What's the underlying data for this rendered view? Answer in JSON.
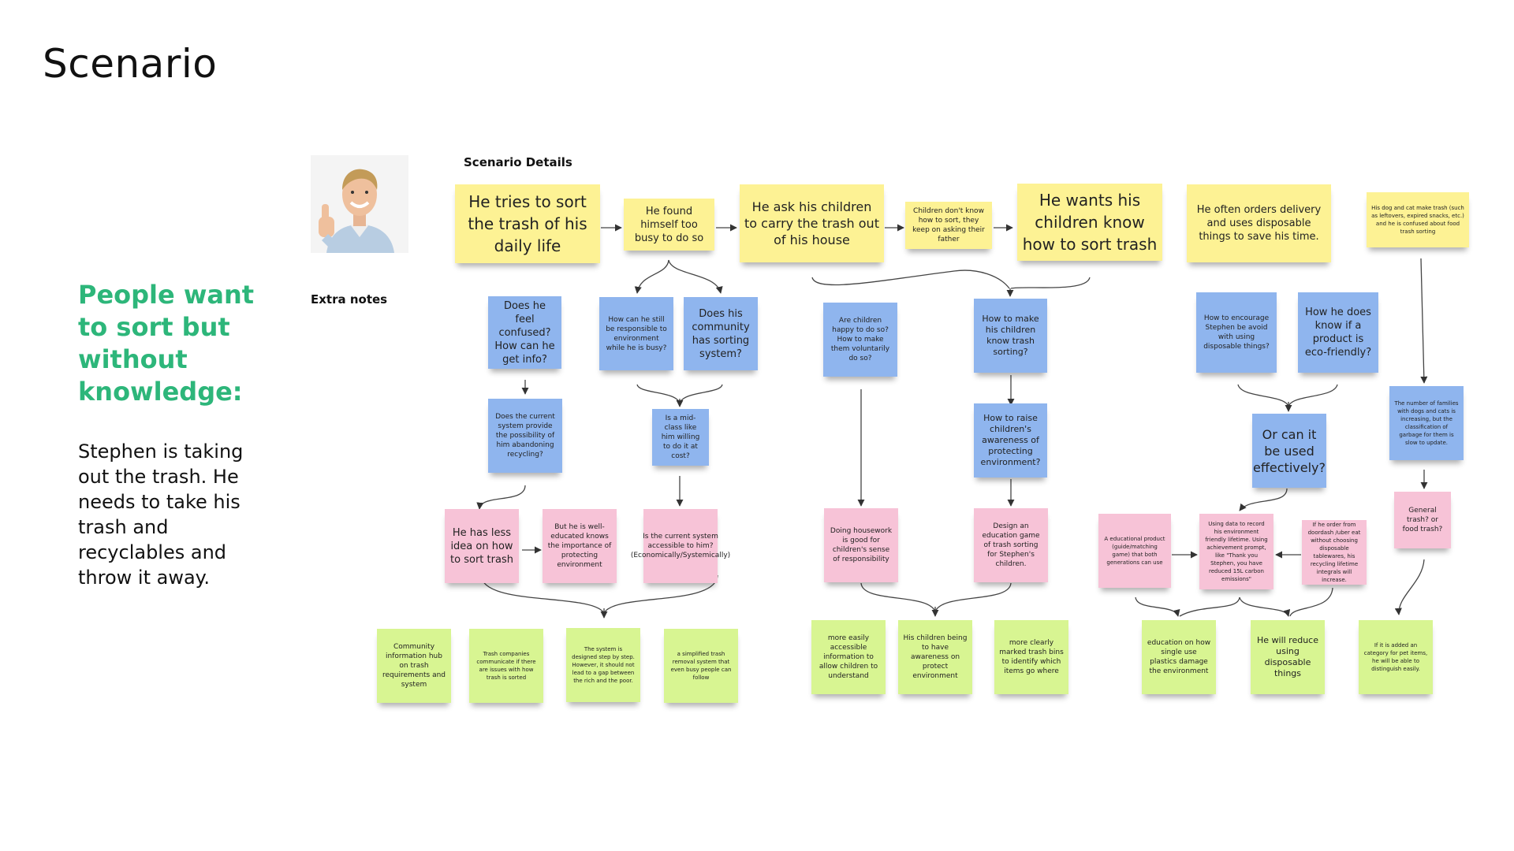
{
  "page": {
    "title": "Scenario",
    "headline": "People want to sort but without knowledge:",
    "description": "Stephen is taking out the trash. He needs to take his trash and recyclables and throw it away.",
    "details_label": "Scenario Details",
    "notes_label": "Extra notes"
  },
  "colors": {
    "headline": "#2db67a",
    "yellow_note": "#fdf294",
    "blue_note": "#8fb5ee",
    "pink_note": "#f7c3d7",
    "green_note": "#d8f592"
  },
  "notes": {
    "y1": "He  tries to sort the trash of his daily life",
    "y2": "He found himself too busy to do so",
    "y3": "He ask his children to carry the trash out of his house",
    "y4": "Children don't know how to sort, they keep on asking their father",
    "y5": "He wants his children know how to sort trash",
    "y6": "He often orders delivery and uses disposable things  to save his time.",
    "y7": "His dog and cat make trash (such as leftovers, expired snacks, etc.) and he is confused about food trash sorting",
    "b1": "Does he feel confused? How can he get info?",
    "b2": "How can he still be responsible to environment while he is busy?",
    "b3": "Does his community has sorting system?",
    "b4": "Are children happy to do so? How to make them voluntarily do so?",
    "b5": "How to make his children know trash sorting?",
    "b6": "How to encourage Stephen be avoid with using disposable things?",
    "b7": "How he does know if a product is eco-friendly?",
    "b8": "Does the current system provide the possibility of him abandoning recycling?",
    "b9": "Is a mid-class like him willing to do it at cost?",
    "b10": "How to raise children's awareness of protecting environment?",
    "b11": "Or can it be used effectively?",
    "b12": "The number of families with dogs and cats is increasing, but the classification of garbage for them is slow to update.",
    "p1": "He has less idea on how to sort trash",
    "p2": "But he is well-educated knows the importance of protecting environment",
    "p3": "Is the current system accessible to him? (Economically/Systemically)",
    "p4": "Doing housework is good for children's sense of responsibility",
    "p5": "Design an education game of trash sorting for Stephen's children.",
    "p6": "A educational product (guide/matching game) that both generations can use",
    "p7": "Using data to record his environment friendly lifetime. Using achievement prompt, like \"Thank you Stephen, you have reduced 15L carbon emissions\"",
    "p8": "If he order from doordash /uber eat without choosing disposable tablewares, his recycling lifetime integrals will increase.",
    "p9": "General trash? or food trash?",
    "g1": "Community information hub on trash requirements and system",
    "g2": "Trash companies communicate if there are issues with how trash is sorted",
    "g3": "The system is designed step by step. However, it should not lead to a gap between the rich and the poor.",
    "g4": "a simplified trash removal system that even busy people can follow",
    "g5": "more easily accessible information to allow children to understand",
    "g6": "His children being to have awareness on protect environment",
    "g7": "more clearly marked trash bins to identify which items go where",
    "g8": "education on how single use plastics damage the environment",
    "g9": "He will reduce using disposable things",
    "g10": "If it is added an category for pet items, he will be able to distinguish easily."
  }
}
